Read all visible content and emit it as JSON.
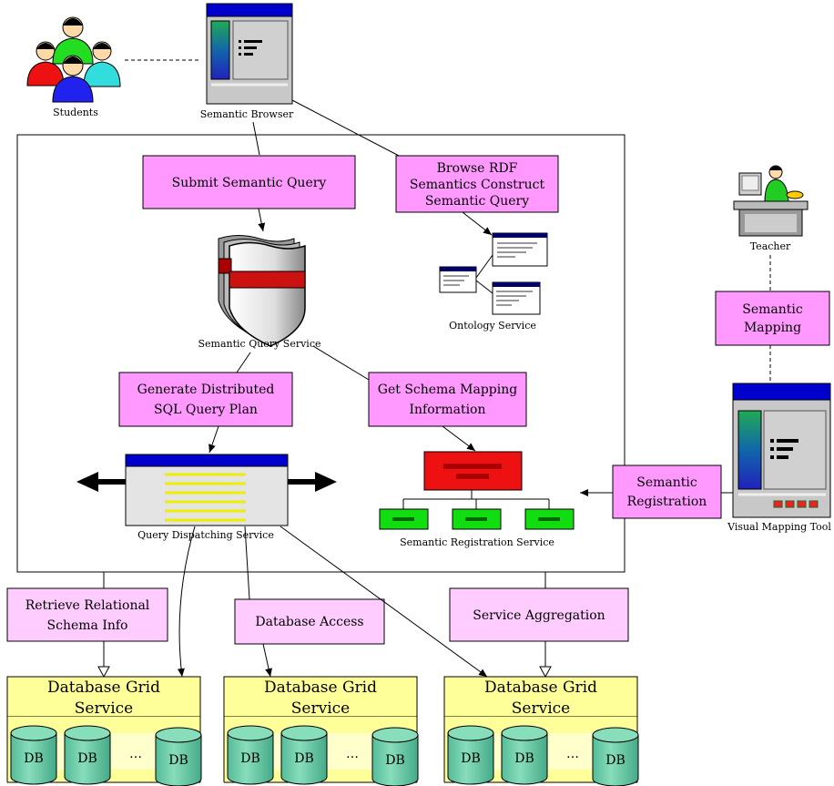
{
  "actors": {
    "students": "Students",
    "teacher": "Teacher"
  },
  "components": {
    "semantic_browser": "Semantic Browser",
    "semantic_query_service": "Semantic Query Service",
    "ontology_service": "Ontology Service",
    "query_dispatching_service": "Query Dispatching Service",
    "semantic_registration_service": "Semantic Registration Service",
    "visual_mapping_tool": "Visual Mapping Tool"
  },
  "steps": {
    "submit_query": [
      "Submit Semantic Query"
    ],
    "browse_rdf": [
      "Browse RDF",
      "Semantics Construct",
      "Semantic Query"
    ],
    "generate_plan": [
      "Generate Distributed",
      "SQL Query Plan"
    ],
    "get_schema": [
      "Get Schema Mapping",
      "Information"
    ],
    "semantic_mapping": [
      "Semantic",
      "Mapping"
    ],
    "semantic_registration": [
      "Semantic",
      "Registration"
    ],
    "retrieve_schema": [
      "Retrieve Relational",
      "Schema Info"
    ],
    "database_access": [
      "Database Access"
    ],
    "service_aggregation": [
      "Service Aggregation"
    ]
  },
  "grid_services": [
    {
      "title": [
        "Database Grid",
        "Service"
      ],
      "db_labels": [
        "DB",
        "DB",
        "DB"
      ],
      "ellipsis": "…"
    },
    {
      "title": [
        "Database Grid",
        "Service"
      ],
      "db_labels": [
        "DB",
        "DB",
        "DB"
      ],
      "ellipsis": "…"
    },
    {
      "title": [
        "Database Grid",
        "Service"
      ],
      "db_labels": [
        "DB",
        "DB",
        "DB"
      ],
      "ellipsis": "…"
    }
  ],
  "colors": {
    "step_box": "#ff99ff",
    "step_box_light": "#ffccff",
    "grid_box": "#ffff99",
    "db_cylinder": "#66ccaa",
    "window_title": "#0000cc",
    "registry_red": "#ee1111",
    "registry_green": "#11dd11"
  }
}
